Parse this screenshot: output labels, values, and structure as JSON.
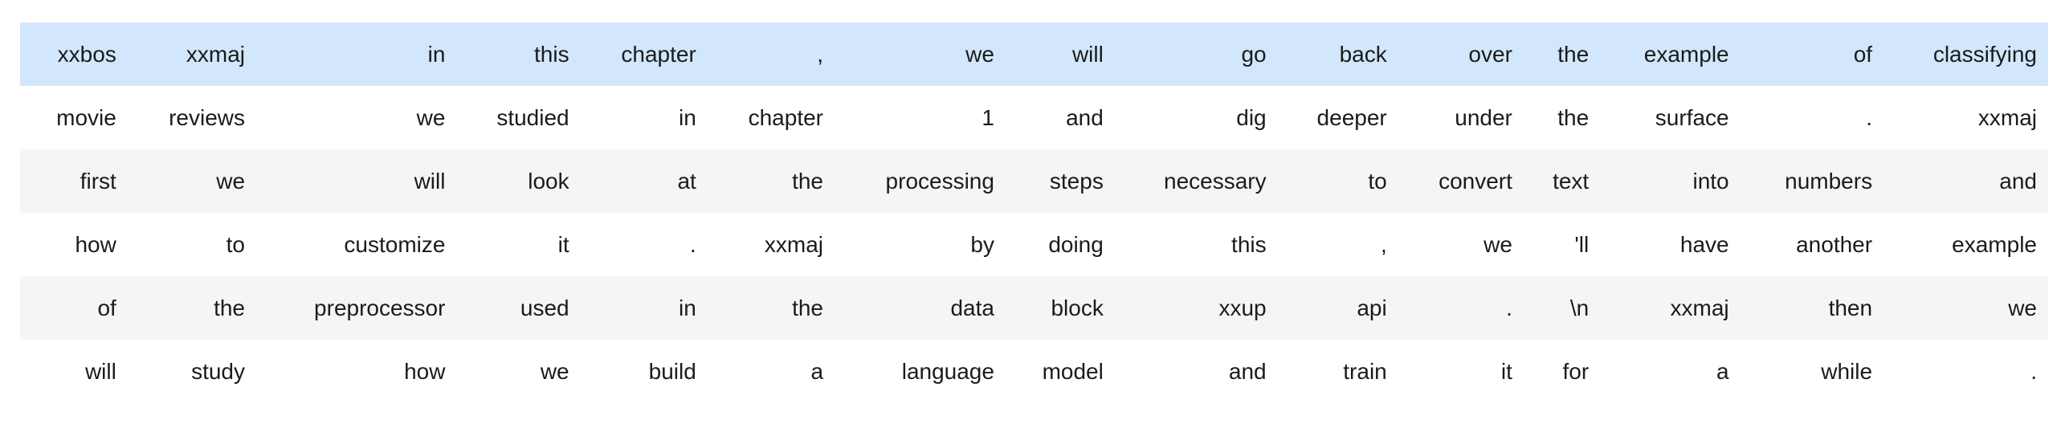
{
  "table": {
    "colors": {
      "highlight": "#d2e7fb",
      "stripe": "#f5f5f5",
      "row_background": "#ffffff",
      "text": "#1b1b1b"
    },
    "rows": [
      {
        "highlighted": true,
        "cells": [
          "xxbos",
          "xxmaj",
          "in",
          "this",
          "chapter",
          ",",
          "we",
          "will",
          "go",
          "back",
          "over",
          "the",
          "example",
          "of",
          "classifying"
        ]
      },
      {
        "highlighted": false,
        "cells": [
          "movie",
          "reviews",
          "we",
          "studied",
          "in",
          "chapter",
          "1",
          "and",
          "dig",
          "deeper",
          "under",
          "the",
          "surface",
          ".",
          "xxmaj"
        ]
      },
      {
        "highlighted": false,
        "cells": [
          "first",
          "we",
          "will",
          "look",
          "at",
          "the",
          "processing",
          "steps",
          "necessary",
          "to",
          "convert",
          "text",
          "into",
          "numbers",
          "and"
        ]
      },
      {
        "highlighted": false,
        "cells": [
          "how",
          "to",
          "customize",
          "it",
          ".",
          "xxmaj",
          "by",
          "doing",
          "this",
          ",",
          "we",
          "'ll",
          "have",
          "another",
          "example"
        ]
      },
      {
        "highlighted": false,
        "cells": [
          "of",
          "the",
          "preprocessor",
          "used",
          "in",
          "the",
          "data",
          "block",
          "xxup",
          "api",
          ".",
          "\\n",
          "xxmaj",
          "then",
          "we"
        ]
      },
      {
        "highlighted": false,
        "cells": [
          "will",
          "study",
          "how",
          "we",
          "build",
          "a",
          "language",
          "model",
          "and",
          "train",
          "it",
          "for",
          "a",
          "while",
          "."
        ]
      }
    ]
  }
}
